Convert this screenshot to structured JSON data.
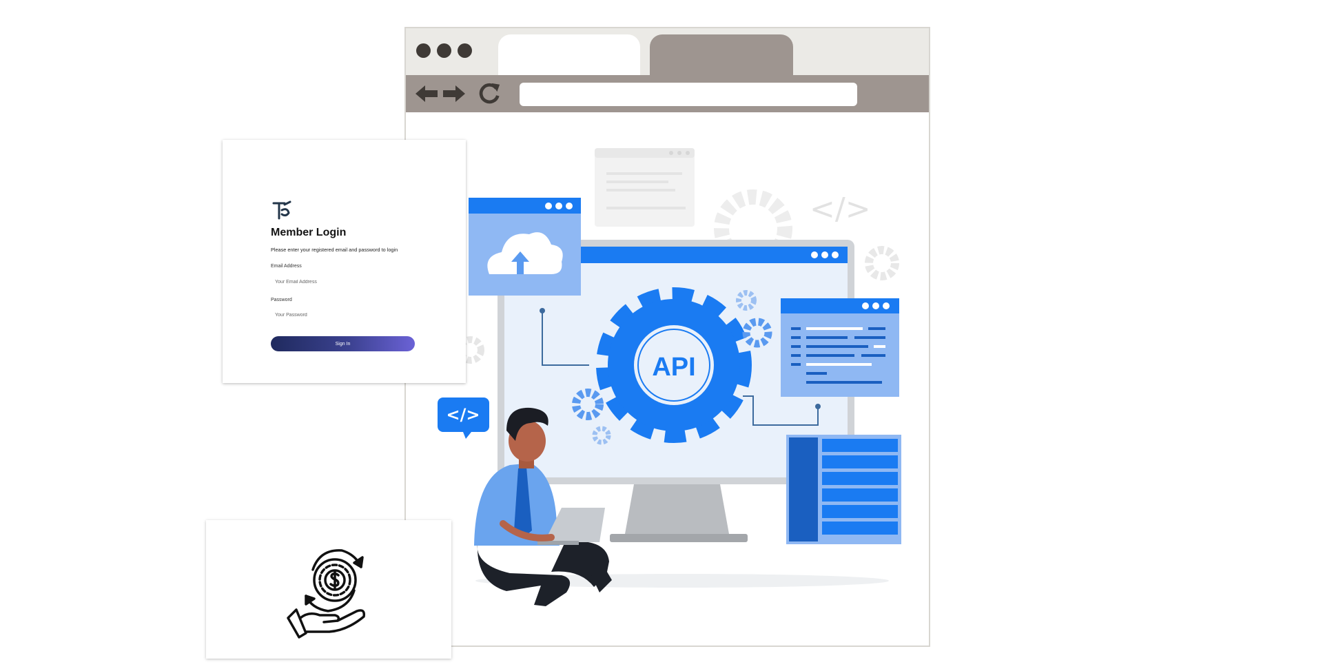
{
  "browser": {
    "window_dots": [
      "close-dot",
      "minimize-dot",
      "maximize-dot"
    ],
    "url": "",
    "colors": {
      "chrome": "#9e9590",
      "tabbar": "#ebeae6",
      "dots": "#3f3a36"
    }
  },
  "illustration": {
    "api_label": "API",
    "code_symbol": "</>",
    "colors": {
      "primary": "#1a7bf2",
      "light": "#e9f1fb",
      "mid": "#8fb8f3"
    }
  },
  "login": {
    "title": "Member Login",
    "subtitle": "Please enter your registered email and password to login",
    "email_label": "Email Address",
    "email_placeholder": "Your Email Address",
    "password_label": "Password",
    "password_placeholder": "Your Password",
    "sign_in_label": "Sign In",
    "button_gradient": [
      "#1f2a5e",
      "#6b62d6"
    ]
  },
  "finance_card": {
    "icon": "hand-money-cycle-icon"
  }
}
